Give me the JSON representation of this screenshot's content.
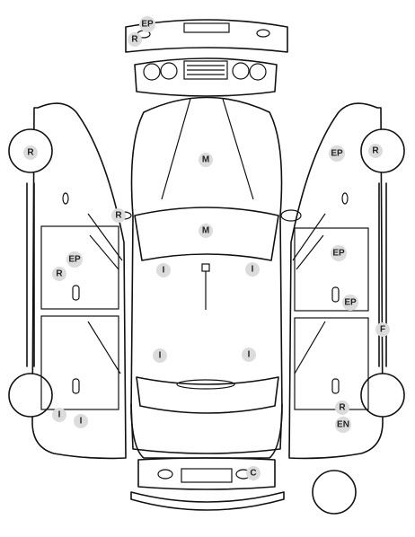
{
  "diagram": {
    "markers": [
      {
        "id": "front-bumper-ep",
        "code": "EP"
      },
      {
        "id": "front-bumper-r",
        "code": "R"
      },
      {
        "id": "left-front-wheel-r",
        "code": "R"
      },
      {
        "id": "right-front-wheel-r",
        "code": "R"
      },
      {
        "id": "right-front-fender-ep",
        "code": "EP"
      },
      {
        "id": "hood-m",
        "code": "M"
      },
      {
        "id": "left-mirror-r",
        "code": "R"
      },
      {
        "id": "roof-m",
        "code": "M"
      },
      {
        "id": "left-front-door-ep",
        "code": "EP"
      },
      {
        "id": "left-front-door-r",
        "code": "R"
      },
      {
        "id": "right-front-door-ep-upper",
        "code": "EP"
      },
      {
        "id": "right-front-door-ep-lower",
        "code": "EP"
      },
      {
        "id": "front-left-seat-i",
        "code": "I"
      },
      {
        "id": "front-right-seat-i",
        "code": "I"
      },
      {
        "id": "rear-left-seat-i",
        "code": "I"
      },
      {
        "id": "rear-right-seat-i",
        "code": "I"
      },
      {
        "id": "right-rear-door-f",
        "code": "F"
      },
      {
        "id": "left-rear-wheel-i-1",
        "code": "I"
      },
      {
        "id": "left-rear-wheel-i-2",
        "code": "I"
      },
      {
        "id": "right-rear-wheel-r",
        "code": "R"
      },
      {
        "id": "right-rear-wheel-en",
        "code": "EN"
      },
      {
        "id": "rear-bumper-c",
        "code": "C"
      }
    ]
  }
}
